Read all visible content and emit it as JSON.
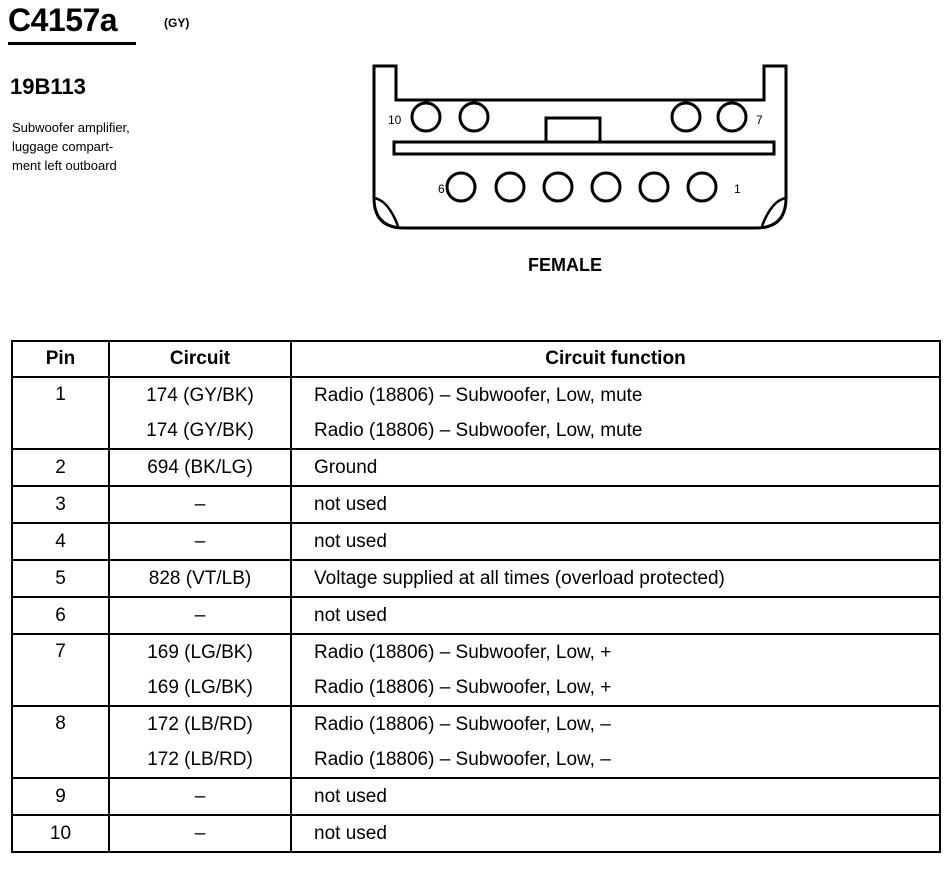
{
  "header": {
    "connector_id": "C4157a",
    "connector_color": "(GY)",
    "part_number": "19B113",
    "description_lines": [
      "Subwoofer amplifier,",
      "luggage compart-",
      "ment left outboard"
    ]
  },
  "diagram": {
    "pin_label_10": "10",
    "pin_label_7": "7",
    "pin_label_6": "6",
    "pin_label_1": "1",
    "gender": "FEMALE"
  },
  "table": {
    "headers": {
      "pin": "Pin",
      "circuit": "Circuit",
      "function": "Circuit function"
    },
    "rows": [
      {
        "pin": "1",
        "entries": [
          {
            "circuit": "174 (GY/BK)",
            "function": "Radio (18806) – Subwoofer, Low, mute"
          },
          {
            "circuit": "174 (GY/BK)",
            "function": "Radio (18806) – Subwoofer, Low, mute"
          }
        ]
      },
      {
        "pin": "2",
        "entries": [
          {
            "circuit": "694 (BK/LG)",
            "function": "Ground"
          }
        ]
      },
      {
        "pin": "3",
        "entries": [
          {
            "circuit": "–",
            "function": "not used"
          }
        ]
      },
      {
        "pin": "4",
        "entries": [
          {
            "circuit": "–",
            "function": "not used"
          }
        ]
      },
      {
        "pin": "5",
        "entries": [
          {
            "circuit": "828 (VT/LB)",
            "function": "Voltage supplied at all times (overload protected)"
          }
        ]
      },
      {
        "pin": "6",
        "entries": [
          {
            "circuit": "–",
            "function": "not used"
          }
        ]
      },
      {
        "pin": "7",
        "entries": [
          {
            "circuit": "169 (LG/BK)",
            "function": "Radio (18806) – Subwoofer, Low, +"
          },
          {
            "circuit": "169 (LG/BK)",
            "function": "Radio (18806) – Subwoofer, Low, +"
          }
        ]
      },
      {
        "pin": "8",
        "entries": [
          {
            "circuit": "172 (LB/RD)",
            "function": "Radio (18806) – Subwoofer, Low, –"
          },
          {
            "circuit": "172 (LB/RD)",
            "function": "Radio (18806) – Subwoofer, Low, –"
          }
        ]
      },
      {
        "pin": "9",
        "entries": [
          {
            "circuit": "–",
            "function": "not used"
          }
        ]
      },
      {
        "pin": "10",
        "entries": [
          {
            "circuit": "–",
            "function": "not used"
          }
        ]
      }
    ]
  }
}
